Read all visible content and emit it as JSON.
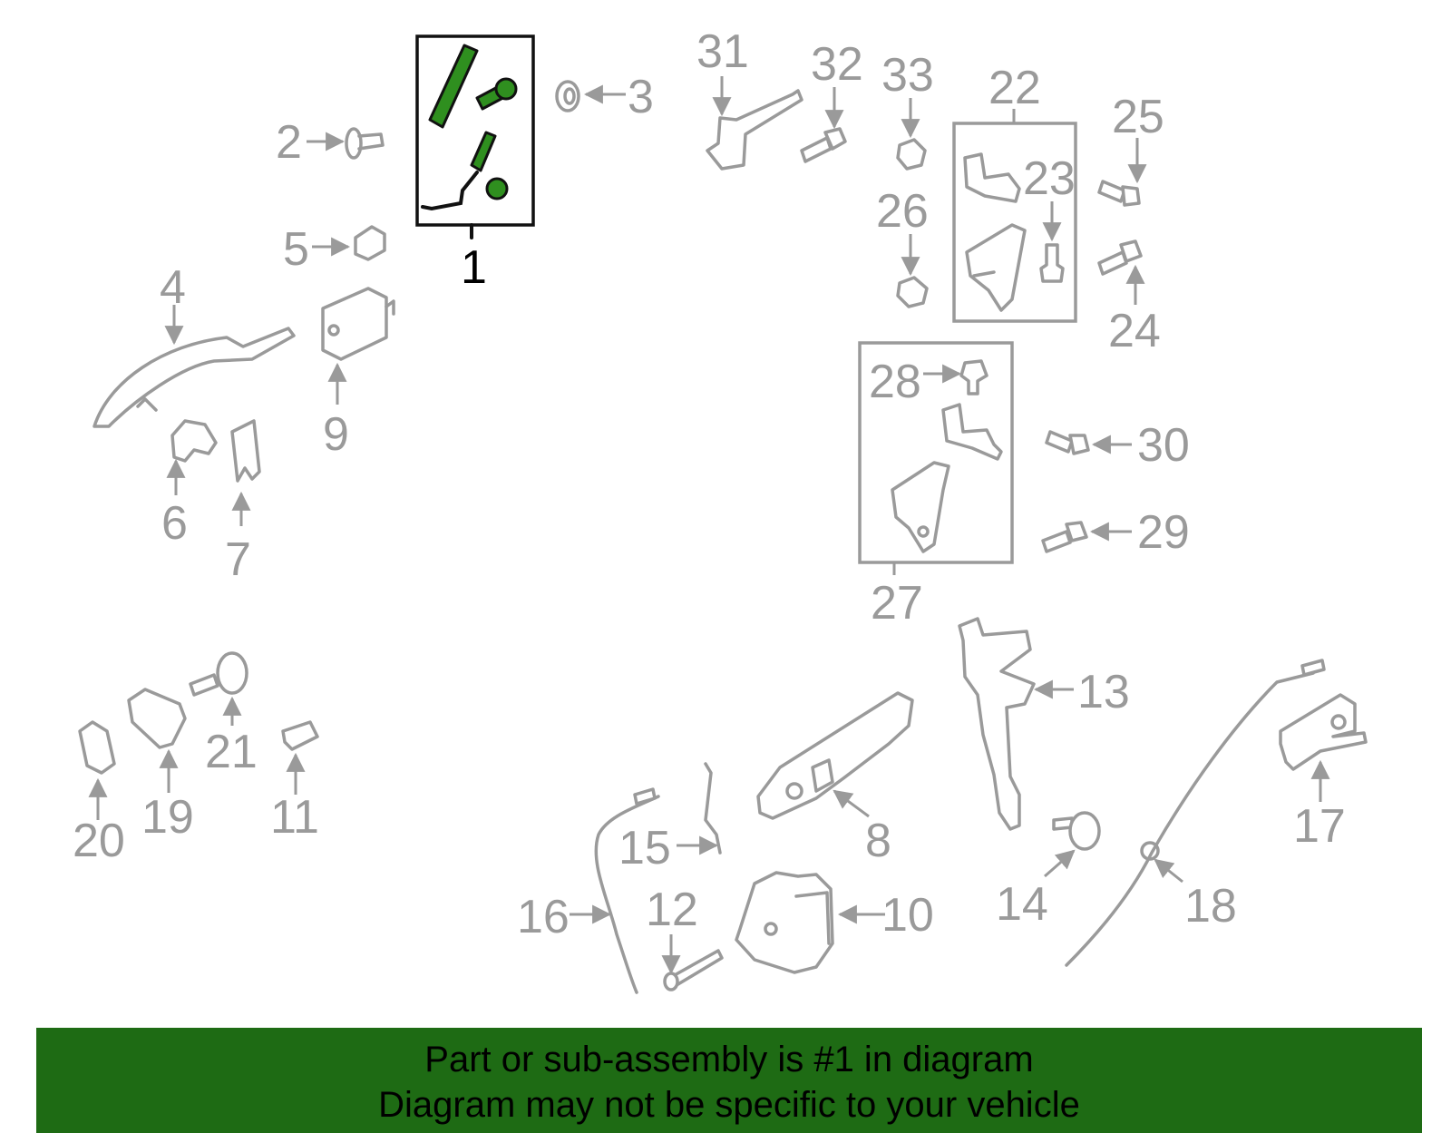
{
  "diagram": {
    "highlight_color": "#2f8f1f",
    "part_color": "#9a9a9a",
    "callouts": {
      "c1": "1",
      "c2": "2",
      "c3": "3",
      "c4": "4",
      "c5": "5",
      "c6": "6",
      "c7": "7",
      "c8": "8",
      "c9": "9",
      "c10": "10",
      "c11": "11",
      "c12": "12",
      "c13": "13",
      "c14": "14",
      "c15": "15",
      "c16": "16",
      "c17": "17",
      "c18": "18",
      "c19": "19",
      "c20": "20",
      "c21": "21",
      "c22": "22",
      "c23": "23",
      "c24": "24",
      "c25": "25",
      "c26": "26",
      "c27": "27",
      "c28": "28",
      "c29": "29",
      "c30": "30",
      "c31": "31",
      "c32": "32",
      "c33": "33"
    }
  },
  "banner": {
    "background": "#1e6b14",
    "line1": "Part or sub-assembly is #1 in diagram",
    "line2": "Diagram may not be specific to your vehicle"
  }
}
